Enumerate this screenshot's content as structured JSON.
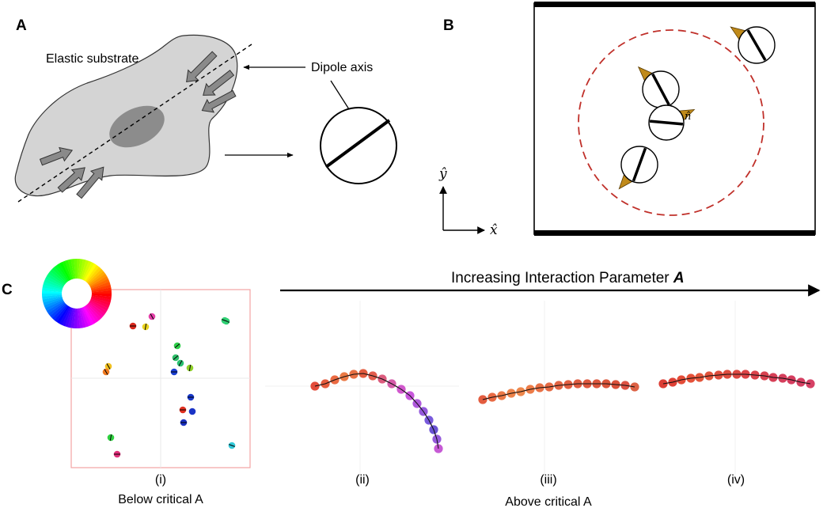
{
  "panel_a": {
    "letter": "A",
    "substrate_label": "Elastic substrate",
    "dipole_label": "Dipole axis"
  },
  "panel_b": {
    "letter": "B",
    "n_hat": "n̂",
    "y_hat": "ŷ",
    "x_hat": "x̂",
    "colors": {
      "boundary_circle": "#c0302a",
      "triangle": "#c08a1a"
    }
  },
  "panel_c": {
    "letter": "C",
    "title_prefix": "Increasing Interaction Parameter ",
    "title_param": "A",
    "labels": [
      "(i)",
      "(ii)",
      "(iii)",
      "(iv)"
    ],
    "below_label": "Below critical A",
    "above_label": "Above critical A",
    "color_wheel": "hue-wheel"
  }
}
